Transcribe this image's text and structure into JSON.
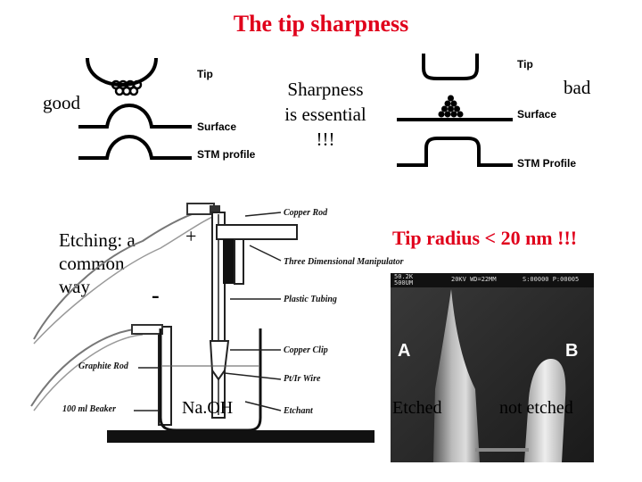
{
  "title": "The tip sharpness",
  "good_label": "good",
  "bad_label": "bad",
  "sharpness_text": {
    "line1": "Sharpness",
    "line2": "is essential",
    "line3": "!!!"
  },
  "left_diagram": {
    "tip": "Tip",
    "surface": "Surface",
    "stm_profile": "STM profile"
  },
  "right_diagram": {
    "tip": "Tip",
    "surface": "Surface",
    "stm_profile": "STM Profile"
  },
  "etching": {
    "line1": "Etching: a",
    "line2": "common",
    "line3": "way",
    "plus": "+",
    "minus": "-",
    "naoh": "Na.OH"
  },
  "apparatus_labels": {
    "copper_rod": "Copper Rod",
    "manipulator": "Three Dimensional Manipulator",
    "plastic_tubing": "Plastic Tubing",
    "copper_clip": "Copper Clip",
    "pt_ir_wire": "Pt/Ir Wire",
    "etchant": "Etchant",
    "graphite_rod": "Graphite Rod",
    "beaker": "100 ml Beaker"
  },
  "tip_radius": "Tip radius < 20 nm !!!",
  "sem": {
    "header_left": "50.2K",
    "header_left2": "500UM",
    "header_mid": "20KV WD=22MM",
    "header_right": "S:00000 P:00005",
    "label_a": "A",
    "label_b": "B",
    "etched": "Etched",
    "not_etched": "not etched"
  },
  "colors": {
    "title": "#e0001b",
    "text": "#000000"
  }
}
